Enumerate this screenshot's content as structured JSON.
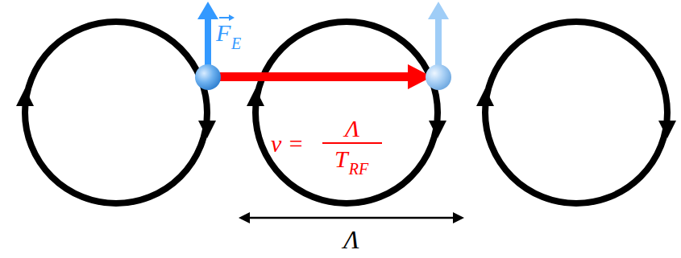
{
  "diagram": {
    "labels": [
      "F",
      "E",
      "v =",
      "Λ",
      "T",
      "RF",
      "Λ"
    ]
  }
}
